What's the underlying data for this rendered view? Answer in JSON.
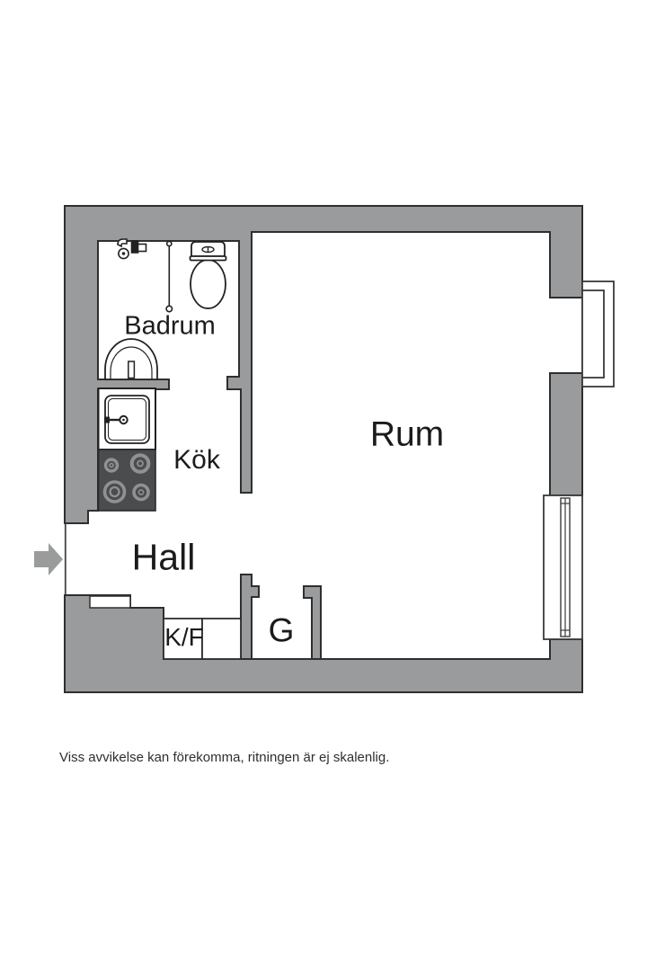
{
  "plan": {
    "rooms": {
      "badrum": {
        "label": "Badrum"
      },
      "kok": {
        "label": "Kök"
      },
      "rum": {
        "label": "Rum"
      },
      "hall": {
        "label": "Hall"
      },
      "kf": {
        "label": "K/F"
      },
      "g": {
        "label": "G"
      }
    },
    "fixtures": [
      "toilet",
      "shower-rail",
      "shower-mixer",
      "washbasin",
      "kitchen-sink",
      "stove",
      "fridge-freezer-compartments",
      "wardrobe",
      "window",
      "balcony-window",
      "entry-arrow"
    ]
  },
  "footer": {
    "disclaimer": "Viss avvikelse kan förekomma, ritningen är ej skalenlig."
  },
  "colors": {
    "wall": "#999b9c",
    "outline": "#2f2f2f",
    "fixture_outline": "#222222",
    "stove": "#4a4c4e",
    "burner_ring": "#8f9193",
    "label_text": "#1b1b1b",
    "disclaimer_text": "#2e2e2e",
    "background": "#ffffff",
    "arrow": "#999b9c"
  }
}
